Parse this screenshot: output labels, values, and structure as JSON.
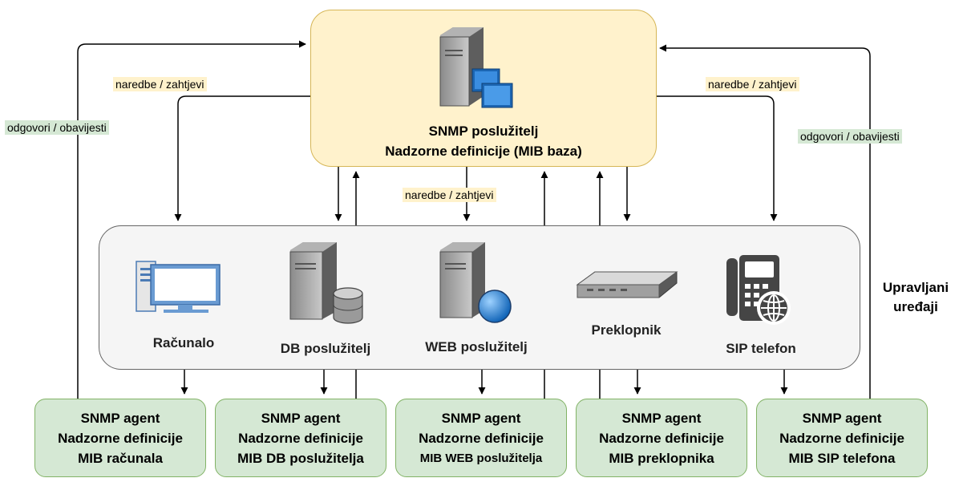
{
  "server": {
    "line1": "SNMP poslužitelj",
    "line2": "Nadzorne definicije (MIB baza)",
    "icon": "server-with-monitor-icon"
  },
  "devices": [
    {
      "label": "Računalo",
      "icon": "computer-icon"
    },
    {
      "label": "DB poslužitelj",
      "icon": "db-server-icon"
    },
    {
      "label": "WEB poslužitelj",
      "icon": "web-server-icon"
    },
    {
      "label": "Preklopnik",
      "icon": "switch-icon"
    },
    {
      "label": "SIP telefon",
      "icon": "sip-phone-icon"
    }
  ],
  "managed_devices_label": [
    "Upravljani",
    "uređaji"
  ],
  "agents": [
    {
      "line1": "SNMP agent",
      "line2": "Nadzorne definicije",
      "line3": "MIB računala"
    },
    {
      "line1": "SNMP agent",
      "line2": "Nadzorne definicije",
      "line3": "MIB DB poslužitelja"
    },
    {
      "line1": "SNMP agent",
      "line2": "Nadzorne definicije",
      "line3": "MIB WEB poslužitelja"
    },
    {
      "line1": "SNMP agent",
      "line2": "Nadzorne definicije",
      "line3": "MIB preklopnika"
    },
    {
      "line1": "SNMP agent",
      "line2": "Nadzorne definicije",
      "line3": "MIB SIP telefona"
    }
  ],
  "edge_labels": {
    "commands_left": "naredbe / zahtjevi",
    "commands_right": "naredbe / zahtjevi",
    "commands_center": "naredbe / zahtjevi",
    "responses_left": "odgovori / obavijesti",
    "responses_right": "odgovori / obavijesti"
  },
  "colors": {
    "server_fill": "#fff2cc",
    "server_stroke": "#d6b656",
    "agent_fill": "#d5e8d4",
    "agent_stroke": "#82b366",
    "devices_fill": "#f5f5f5",
    "devices_stroke": "#666666"
  }
}
